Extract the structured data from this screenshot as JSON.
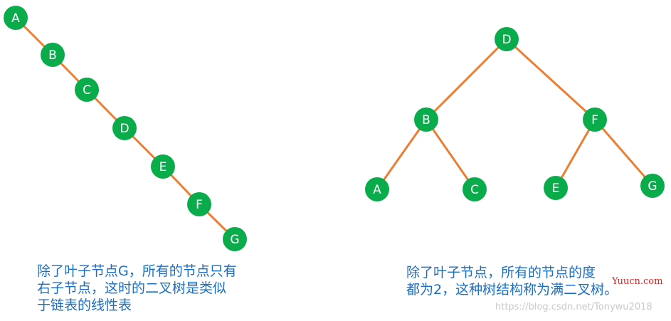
{
  "palette": {
    "node_fill": "#0aab4b",
    "edge": "#ed7d31",
    "node_text": "#ffffff",
    "caption": "#1b6fc2",
    "site_badge": "#e02020",
    "watermark": "#c9c9c9"
  },
  "left_tree": {
    "nodes": [
      "A",
      "B",
      "C",
      "D",
      "E",
      "F",
      "G"
    ],
    "edges": [
      [
        "A",
        "B"
      ],
      [
        "B",
        "C"
      ],
      [
        "C",
        "D"
      ],
      [
        "D",
        "E"
      ],
      [
        "E",
        "F"
      ],
      [
        "F",
        "G"
      ]
    ],
    "caption_lines": [
      "除了叶子节点G，所有的节点只有",
      "右子节点，这时的二叉树是类似",
      "于链表的线性表"
    ]
  },
  "right_tree": {
    "nodes": [
      "D",
      "B",
      "F",
      "A",
      "C",
      "E",
      "G"
    ],
    "edges": [
      [
        "D",
        "B"
      ],
      [
        "D",
        "F"
      ],
      [
        "B",
        "A"
      ],
      [
        "B",
        "C"
      ],
      [
        "F",
        "E"
      ],
      [
        "F",
        "G"
      ]
    ],
    "caption_lines": [
      "除了叶子节点，所有的节点的度",
      "都为2，这种树结构称为满二叉树。"
    ]
  },
  "site_badge": "Yuucn.com",
  "watermark": "https://blog.csdn.net/Tonywu2018"
}
